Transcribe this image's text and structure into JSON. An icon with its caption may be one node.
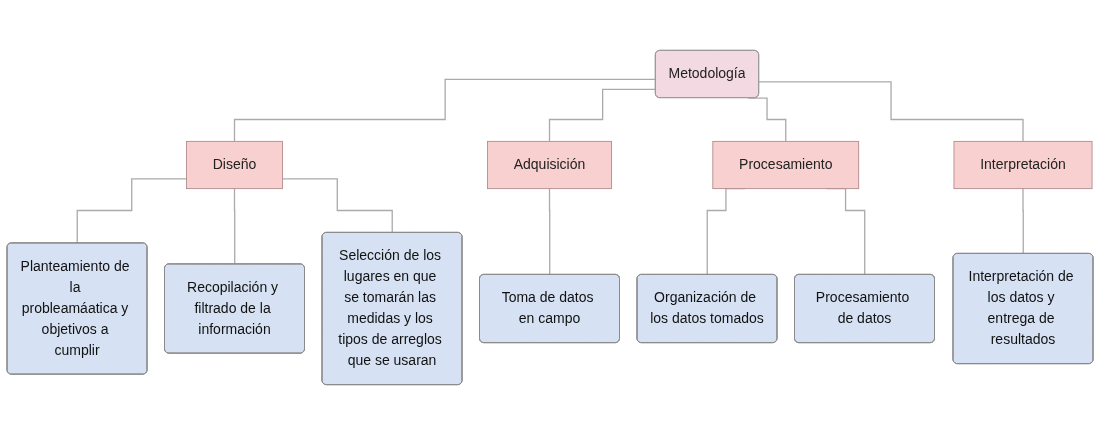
{
  "diagram": {
    "nodes": [
      {
        "text": [
          "Metodología"
        ]
      },
      {
        "text": [
          "Diseño"
        ]
      },
      {
        "text": [
          "Adquisición"
        ]
      },
      {
        "text": [
          "Procesamiento"
        ]
      },
      {
        "text": [
          "Interpretación"
        ]
      },
      {
        "text": [
          "Planteamiento de la probleamáatica y objetivos a cumplir"
        ]
      },
      {
        "text": [
          "Recopilación y filtrado de la información"
        ]
      },
      {
        "text": [
          "Selección de los lugares en que se tomarán las medidas y los tipos de arreglos que se usaran"
        ]
      },
      {
        "text": [
          "Toma de datos en campo"
        ]
      },
      {
        "text": [
          "Organización de los datos tomados"
        ]
      },
      {
        "text": [
          "Procesamiento de datos"
        ]
      },
      {
        "text": [
          "Interpretación de los datos y entrega de resultados"
        ]
      }
    ],
    "edges": [
      {
        "from": 0,
        "to": 1,
        "arrow": "none"
      },
      {
        "from": 0,
        "to": 2,
        "arrow": "none"
      },
      {
        "from": 0,
        "to": 3,
        "arrow": "none"
      },
      {
        "from": 0,
        "to": 4,
        "arrow": "none"
      },
      {
        "from": 1,
        "to": 5,
        "arrow": "none"
      },
      {
        "from": 1,
        "to": 6,
        "arrow": "none"
      },
      {
        "from": 1,
        "to": 7,
        "arrow": "none"
      },
      {
        "from": 2,
        "to": 8,
        "arrow": "none"
      },
      {
        "from": 3,
        "to": 9,
        "arrow": "none"
      },
      {
        "from": 3,
        "to": 10,
        "arrow": "none"
      },
      {
        "from": 4,
        "to": 11,
        "arrow": "none"
      }
    ]
  }
}
